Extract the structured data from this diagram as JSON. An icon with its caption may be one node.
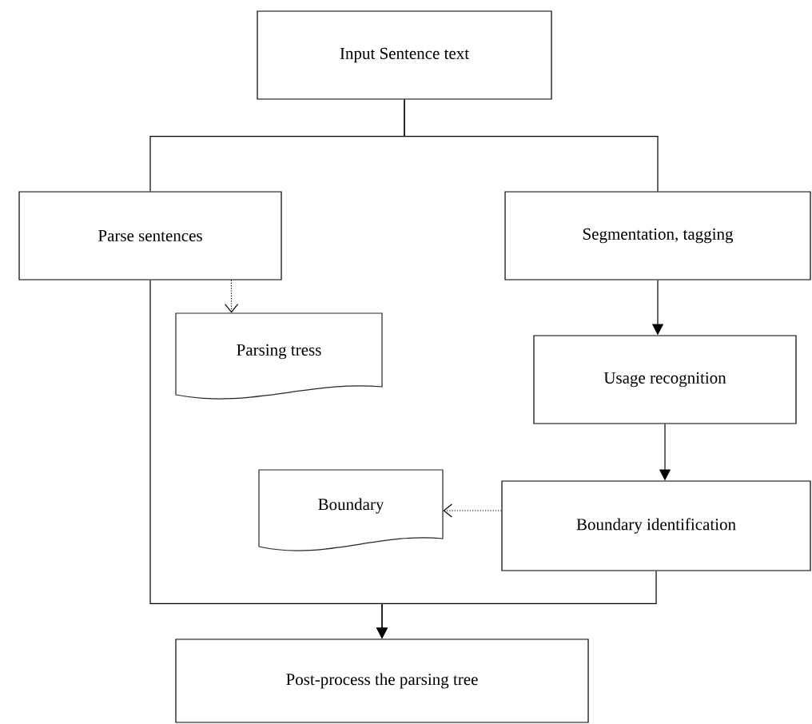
{
  "diagram": {
    "nodes": [
      {
        "text": [
          "Input Sentence text"
        ]
      },
      {
        "text": [
          "Parse sentences"
        ]
      },
      {
        "text": [
          "Segmentation, tagging"
        ]
      },
      {
        "text": [
          "Parsing tress"
        ]
      },
      {
        "text": [
          "Usage recognition"
        ]
      },
      {
        "text": [
          "Boundary"
        ]
      },
      {
        "text": [
          "Boundary identification"
        ]
      },
      {
        "text": [
          "Post-process the parsing tree"
        ]
      }
    ],
    "edges": [
      {
        "from": 0,
        "to": 1,
        "arrow": "none"
      },
      {
        "from": 0,
        "to": 2,
        "arrow": "none"
      },
      {
        "from": 1,
        "to": 3,
        "arrow": "to",
        "style": "dashed"
      },
      {
        "from": 2,
        "to": 4,
        "arrow": "to"
      },
      {
        "from": 4,
        "to": 6,
        "arrow": "to"
      },
      {
        "from": 6,
        "to": 5,
        "arrow": "to",
        "style": "dashed"
      },
      {
        "from": 1,
        "to": 7,
        "arrow": "to"
      },
      {
        "from": 6,
        "to": 7,
        "arrow": "to"
      }
    ]
  }
}
